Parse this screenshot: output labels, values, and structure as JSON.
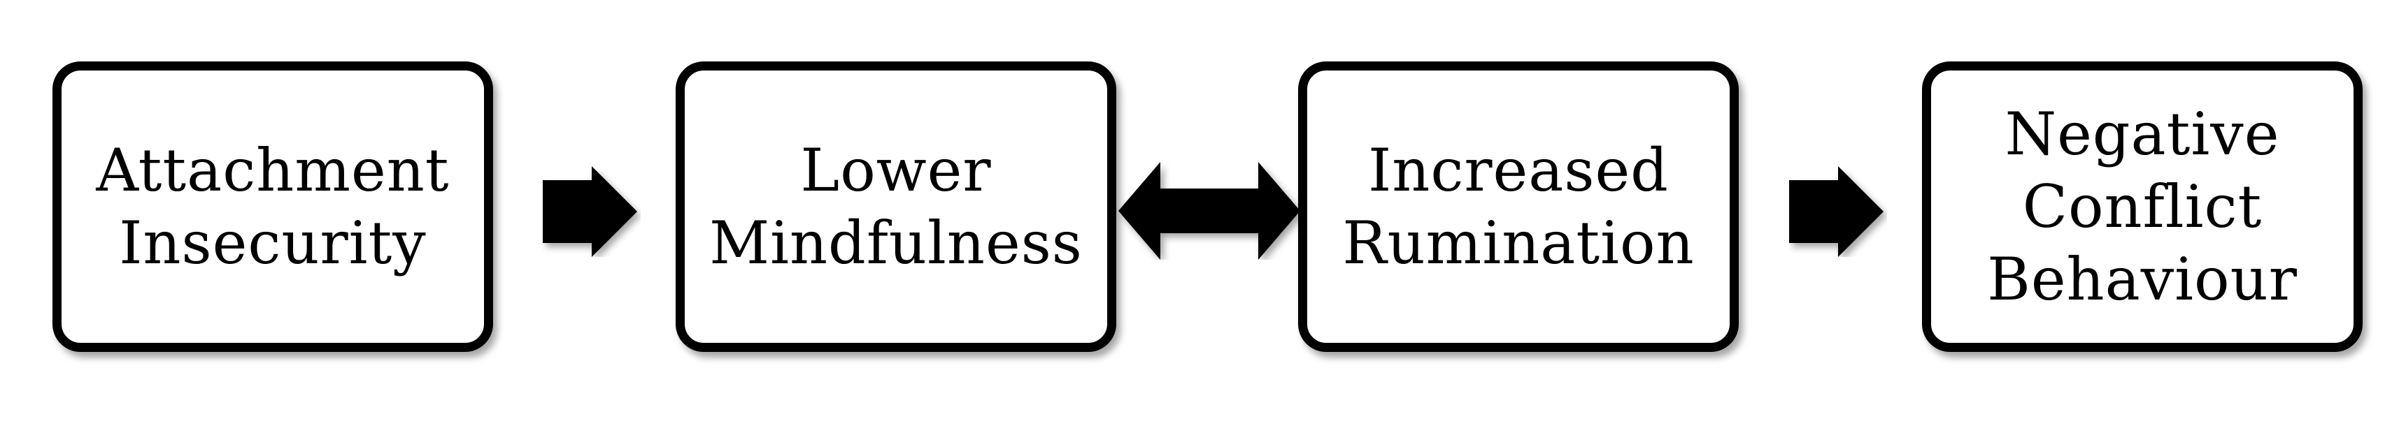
{
  "diagram": {
    "boxes": [
      {
        "label": "Attachment\nInsecurity"
      },
      {
        "label": "Lower\nMindfulness"
      },
      {
        "label": "Increased\nRumination"
      },
      {
        "label": "Negative\nConflict\nBehaviour"
      }
    ],
    "connectors": [
      {
        "from": "Attachment Insecurity",
        "to": "Lower Mindfulness",
        "direction": "forward"
      },
      {
        "from": "Lower Mindfulness",
        "to": "Increased Rumination",
        "direction": "bidirectional"
      },
      {
        "from": "Increased Rumination",
        "to": "Negative Conflict Behaviour",
        "direction": "forward"
      }
    ],
    "colors": {
      "stroke": "#000000",
      "fill": "#ffffff",
      "arrow": "#000000"
    }
  }
}
